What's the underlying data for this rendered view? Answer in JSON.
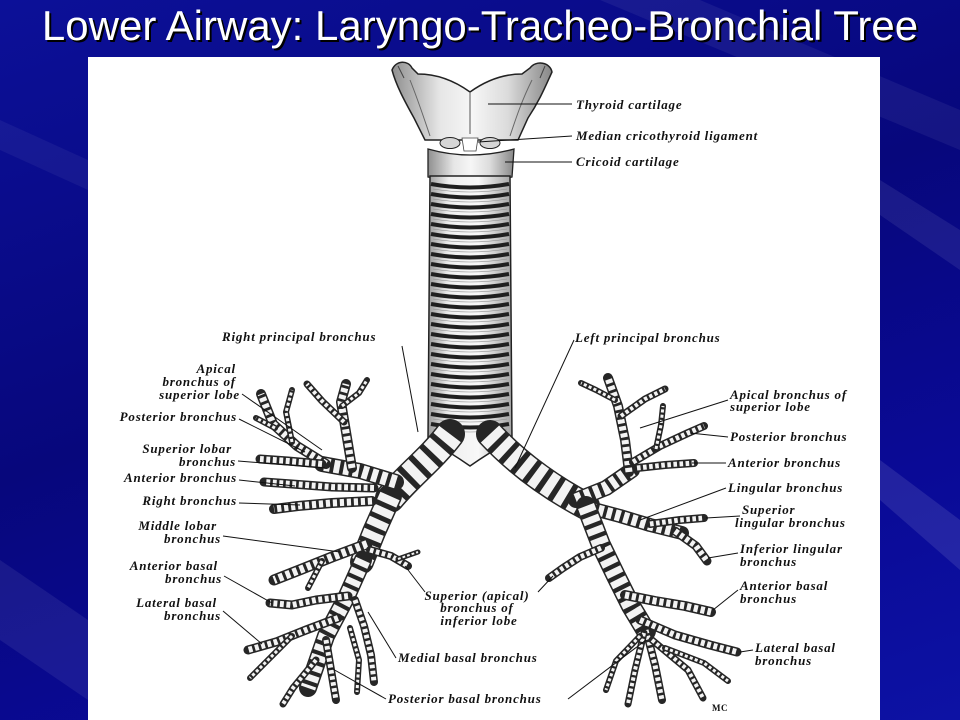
{
  "slide": {
    "title": "Lower Airway: Laryngo-Tracheo-Bronchial Tree"
  },
  "colors": {
    "background": "#0a0a8e",
    "title": "#ffffff",
    "panel": "#ffffff",
    "ink": "#111111"
  },
  "diagram": {
    "labels": {
      "thyroid_cartilage": "Thyroid cartilage",
      "median_cricothyroid_ligament": "Median cricothyroid ligament",
      "cricoid_cartilage": "Cricoid cartilage",
      "right_principal_bronchus": "Right principal bronchus",
      "left_principal_bronchus": "Left principal bronchus",
      "right_apical_bronchus": [
        "Apical",
        "bronchus of",
        "superior lobe"
      ],
      "right_posterior_bronchus": "Posterior bronchus",
      "right_superior_lobar_bronchus": [
        "Superior lobar",
        "bronchus"
      ],
      "right_anterior_bronchus": "Anterior bronchus",
      "right_bronchus": "Right bronchus",
      "right_middle_lobar_bronchus": [
        "Middle lobar",
        "bronchus"
      ],
      "right_anterior_basal_bronchus": [
        "Anterior basal",
        "bronchus"
      ],
      "right_lateral_basal_bronchus": [
        "Lateral basal",
        "bronchus"
      ],
      "superior_apical_bronchus_inferior_lobe": [
        "Superior (apical)",
        "bronchus of",
        "inferior lobe"
      ],
      "medial_basal_bronchus": "Medial basal bronchus",
      "posterior_basal_bronchus": "Posterior basal bronchus",
      "left_apical_bronchus": [
        "Apical bronchus of",
        "superior lobe"
      ],
      "left_posterior_bronchus": "Posterior bronchus",
      "left_anterior_bronchus": "Anterior bronchus",
      "lingular_bronchus": "Lingular bronchus",
      "superior_lingular_bronchus": [
        "Superior",
        "lingular bronchus"
      ],
      "inferior_lingular_bronchus": [
        "Inferior lingular",
        "bronchus"
      ],
      "left_anterior_basal_bronchus": [
        "Anterior basal",
        "bronchus"
      ],
      "left_lateral_basal_bronchus": [
        "Lateral basal",
        "bronchus"
      ]
    },
    "signature": "MC"
  }
}
